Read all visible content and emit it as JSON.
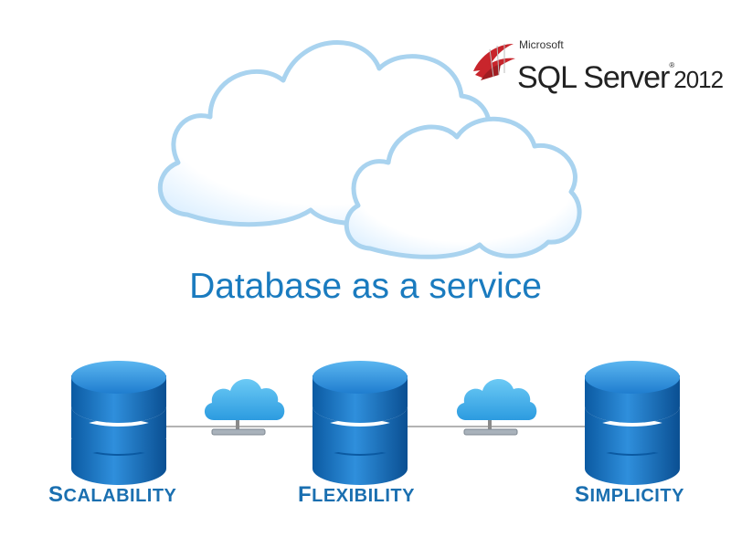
{
  "logo": {
    "brand": "Microsoft",
    "product": "SQL Server",
    "year": "2012"
  },
  "heading": "Database as a service",
  "features": [
    {
      "first": "S",
      "rest": "CALABILITY"
    },
    {
      "first": "F",
      "rest": "LEXIBILITY"
    },
    {
      "first": "S",
      "rest": "IMPLICITY"
    }
  ],
  "colors": {
    "heading": "#1a7bbf",
    "label": "#1a6fb0",
    "db_dark": "#0d5fa8",
    "db_light": "#3fa0e6",
    "cloud_outline": "#a9d3ef",
    "small_cloud": "#4cb4ea",
    "logo_red": "#c8252c"
  }
}
